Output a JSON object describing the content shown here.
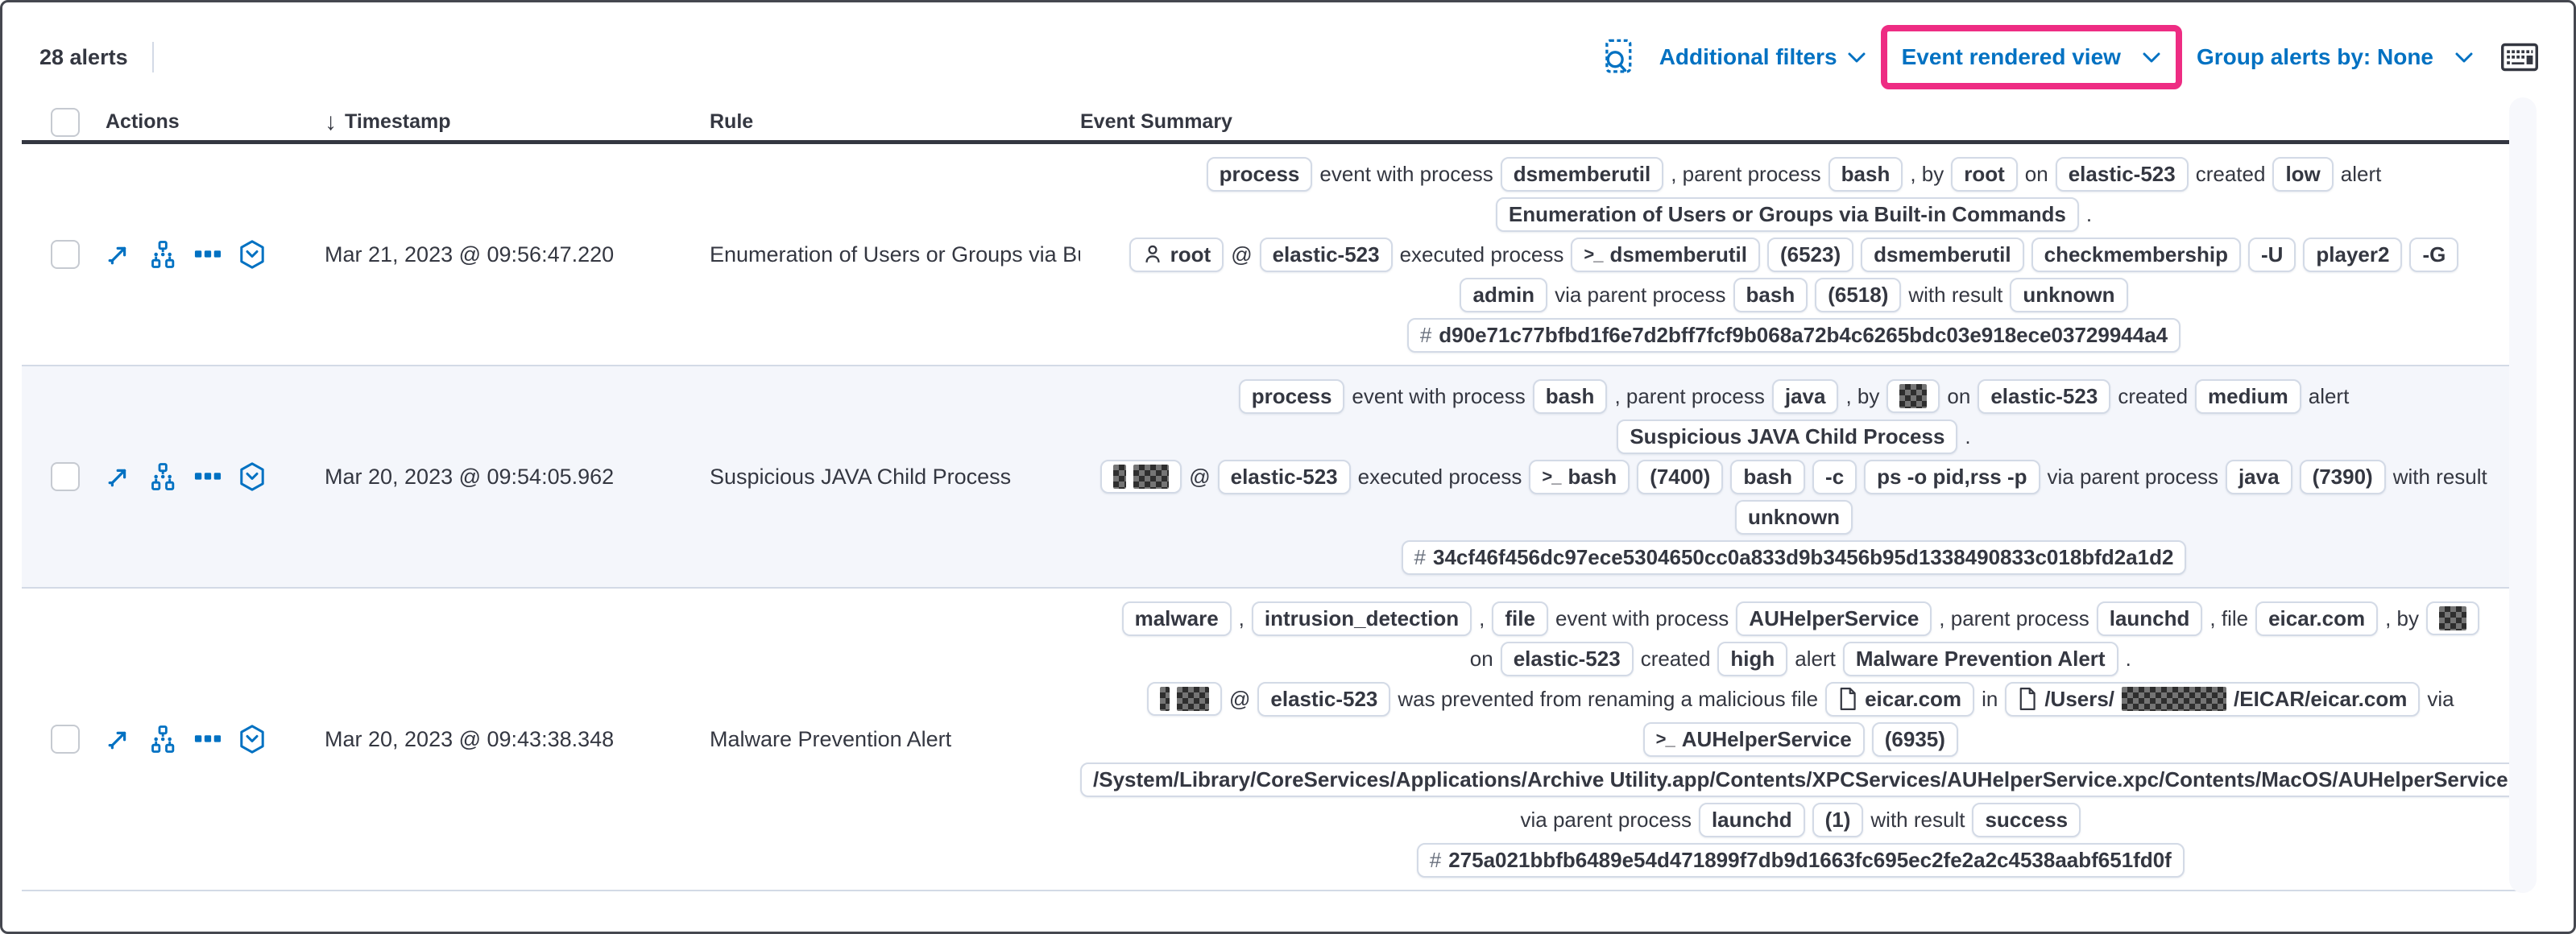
{
  "colors": {
    "accent": "#0071c2",
    "highlight": "#ee2c83",
    "text": "#343741",
    "muted": "#69707d",
    "stripe": "#f4f6fb",
    "badge_border": "#d3dae6",
    "header_border": "#343741"
  },
  "toolbar": {
    "alert_count": "28 alerts",
    "inspect_icon": "inspect-icon",
    "additional_filters_label": "Additional filters",
    "view_selector_label": "Event rendered view",
    "group_by_label": "Group alerts by: None",
    "keyboard_icon": "keyboard-icon"
  },
  "glyphs": {
    "chevron_down": "∨",
    "sort_down": "↓"
  },
  "table": {
    "headers": {
      "actions": "Actions",
      "timestamp": "Timestamp",
      "rule": "Rule",
      "summary": "Event Summary"
    },
    "action_icons": [
      "expand-icon",
      "analyzer-icon",
      "more-actions-icon",
      "session-view-icon"
    ],
    "rows": [
      {
        "timestamp": "Mar 21, 2023 @ 09:56:47.220",
        "rule": "Enumeration of Users or Groups via Bui",
        "lines": [
          [
            {
              "k": "badge",
              "v": "process"
            },
            {
              "k": "text",
              "v": "event with process"
            },
            {
              "k": "badge",
              "v": "dsmemberutil"
            },
            {
              "k": "text",
              "v": ", parent process"
            },
            {
              "k": "badge",
              "v": "bash"
            },
            {
              "k": "text",
              "v": ", by"
            },
            {
              "k": "badge",
              "v": "root"
            },
            {
              "k": "text",
              "v": "on"
            },
            {
              "k": "badge",
              "v": "elastic-523"
            },
            {
              "k": "text",
              "v": "created"
            },
            {
              "k": "badge",
              "v": "low"
            },
            {
              "k": "text",
              "v": "alert"
            }
          ],
          [
            {
              "k": "badge",
              "v": "Enumeration of Users or Groups via Built-in Commands"
            },
            {
              "k": "text",
              "v": "."
            }
          ],
          [
            {
              "k": "badge",
              "icon": "user",
              "v": "root"
            },
            {
              "k": "text",
              "v": "@"
            },
            {
              "k": "badge",
              "v": "elastic-523"
            },
            {
              "k": "text",
              "v": "executed process"
            },
            {
              "k": "badge",
              "icon": "terminal",
              "v": "dsmemberutil"
            },
            {
              "k": "badge",
              "v": "(6523)"
            },
            {
              "k": "badge",
              "v": "dsmemberutil"
            },
            {
              "k": "badge",
              "v": "checkmembership"
            },
            {
              "k": "badge",
              "v": "-U"
            },
            {
              "k": "badge",
              "v": "player2"
            },
            {
              "k": "badge",
              "v": "-G"
            }
          ],
          [
            {
              "k": "badge",
              "v": "admin"
            },
            {
              "k": "text",
              "v": "via parent process"
            },
            {
              "k": "badge",
              "v": "bash"
            },
            {
              "k": "badge",
              "v": "(6518)"
            },
            {
              "k": "text",
              "v": "with result"
            },
            {
              "k": "badge",
              "v": "unknown"
            }
          ],
          [
            {
              "k": "badge",
              "icon": "hash",
              "v": "d90e71c77bfbd1f6e7d2bff7fcf9b068a72b4c6265bdc03e918ece03729944a4"
            }
          ]
        ]
      },
      {
        "timestamp": "Mar 20, 2023 @ 09:54:05.962",
        "rule": "Suspicious JAVA Child Process",
        "lines": [
          [
            {
              "k": "badge",
              "v": "process"
            },
            {
              "k": "text",
              "v": "event with process"
            },
            {
              "k": "badge",
              "v": "bash"
            },
            {
              "k": "text",
              "v": ", parent process"
            },
            {
              "k": "badge",
              "v": "java"
            },
            {
              "k": "text",
              "v": ", by"
            },
            {
              "k": "badge",
              "red": [
                34
              ]
            },
            {
              "k": "text",
              "v": "on"
            },
            {
              "k": "badge",
              "v": "elastic-523"
            },
            {
              "k": "text",
              "v": "created"
            },
            {
              "k": "badge",
              "v": "medium"
            },
            {
              "k": "text",
              "v": "alert"
            }
          ],
          [
            {
              "k": "badge",
              "v": "Suspicious JAVA Child Process"
            },
            {
              "k": "text",
              "v": "."
            }
          ],
          [
            {
              "k": "badge",
              "red": [
                16,
                44
              ]
            },
            {
              "k": "text",
              "v": "@"
            },
            {
              "k": "badge",
              "v": "elastic-523"
            },
            {
              "k": "text",
              "v": "executed process"
            },
            {
              "k": "badge",
              "icon": "terminal",
              "v": "bash"
            },
            {
              "k": "badge",
              "v": "(7400)"
            },
            {
              "k": "badge",
              "v": "bash"
            },
            {
              "k": "badge",
              "v": "-c"
            },
            {
              "k": "badge",
              "v": "ps -o pid,rss -p"
            },
            {
              "k": "text",
              "v": "via parent process"
            },
            {
              "k": "badge",
              "v": "java"
            },
            {
              "k": "badge",
              "v": "(7390)"
            },
            {
              "k": "text",
              "v": "with result"
            }
          ],
          [
            {
              "k": "badge",
              "v": "unknown"
            }
          ],
          [
            {
              "k": "badge",
              "icon": "hash",
              "v": "34cf46f456dc97ece5304650cc0a833d9b3456b95d1338490833c018bfd2a1d2"
            }
          ]
        ]
      },
      {
        "timestamp": "Mar 20, 2023 @ 09:43:38.348",
        "rule": "Malware Prevention Alert",
        "lines": [
          [
            {
              "k": "badge",
              "v": "malware"
            },
            {
              "k": "text",
              "v": ","
            },
            {
              "k": "badge",
              "v": "intrusion_detection"
            },
            {
              "k": "text",
              "v": ","
            },
            {
              "k": "badge",
              "v": "file"
            },
            {
              "k": "text",
              "v": "event with process"
            },
            {
              "k": "badge",
              "v": "AUHelperService"
            },
            {
              "k": "text",
              "v": ", parent process"
            },
            {
              "k": "badge",
              "v": "launchd"
            },
            {
              "k": "text",
              "v": ", file"
            },
            {
              "k": "badge",
              "v": "eicar.com"
            },
            {
              "k": "text",
              "v": ", by"
            },
            {
              "k": "badge",
              "red": [
                34
              ]
            }
          ],
          [
            {
              "k": "text",
              "v": "on"
            },
            {
              "k": "badge",
              "v": "elastic-523"
            },
            {
              "k": "text",
              "v": "created"
            },
            {
              "k": "badge",
              "v": "high"
            },
            {
              "k": "text",
              "v": "alert"
            },
            {
              "k": "badge",
              "v": "Malware Prevention Alert"
            },
            {
              "k": "text",
              "v": "."
            }
          ],
          [
            {
              "k": "badge",
              "red": [
                12,
                40
              ]
            },
            {
              "k": "text",
              "v": "@"
            },
            {
              "k": "badge",
              "v": "elastic-523"
            },
            {
              "k": "text",
              "v": "was prevented from renaming a malicious file"
            },
            {
              "k": "badge",
              "icon": "file",
              "v": "eicar.com"
            },
            {
              "k": "text",
              "v": "in"
            },
            {
              "k": "badge",
              "icon": "file",
              "pre": "/Users/",
              "red": [
                130
              ],
              "post": "/EICAR/eicar.com"
            },
            {
              "k": "text",
              "v": "via"
            }
          ],
          [
            {
              "k": "badge",
              "icon": "terminal",
              "v": "AUHelperService"
            },
            {
              "k": "badge",
              "v": "(6935)"
            }
          ],
          [
            {
              "k": "badge",
              "v": "/System/Library/CoreServices/Applications/Archive Utility.app/Contents/XPCServices/AUHelperService.xpc/Contents/MacOS/AUHelperService"
            }
          ],
          [
            {
              "k": "text",
              "v": "via parent process"
            },
            {
              "k": "badge",
              "v": "launchd"
            },
            {
              "k": "badge",
              "v": "(1)"
            },
            {
              "k": "text",
              "v": "with result"
            },
            {
              "k": "badge",
              "v": "success"
            }
          ],
          [
            {
              "k": "badge",
              "icon": "hash",
              "v": "275a021bbfb6489e54d471899f7db9d1663fc695ec2fe2a2c4538aabf651fd0f"
            }
          ]
        ]
      }
    ]
  }
}
